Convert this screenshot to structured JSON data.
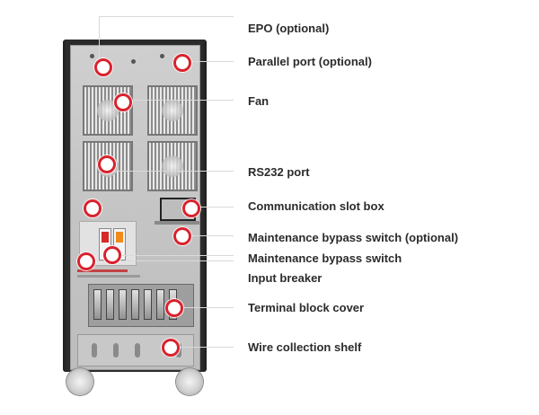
{
  "labels": [
    {
      "id": "epo",
      "text": "EPO (optional)"
    },
    {
      "id": "parallel-port",
      "text": "Parallel port (optional)"
    },
    {
      "id": "fan",
      "text": "Fan"
    },
    {
      "id": "rs232-port",
      "text": "RS232 port"
    },
    {
      "id": "communication-slot-box",
      "text": "Communication slot box"
    },
    {
      "id": "maintenance-bypass-switch-optional",
      "text": "Maintenance bypass switch (optional)"
    },
    {
      "id": "maintenance-bypass-switch",
      "text": "Maintenance bypass switch"
    },
    {
      "id": "input-breaker",
      "text": "Input breaker"
    },
    {
      "id": "terminal-block-cover",
      "text": "Terminal block cover"
    },
    {
      "id": "wire-collection-shelf",
      "text": "Wire collection shelf"
    }
  ],
  "colors": {
    "marker_ring": "#d9232e",
    "leader_line": "#d9d9d9",
    "label_text": "#2b2b2b",
    "cabinet": "#2b2b2b",
    "panel": "#c6c6c6"
  }
}
